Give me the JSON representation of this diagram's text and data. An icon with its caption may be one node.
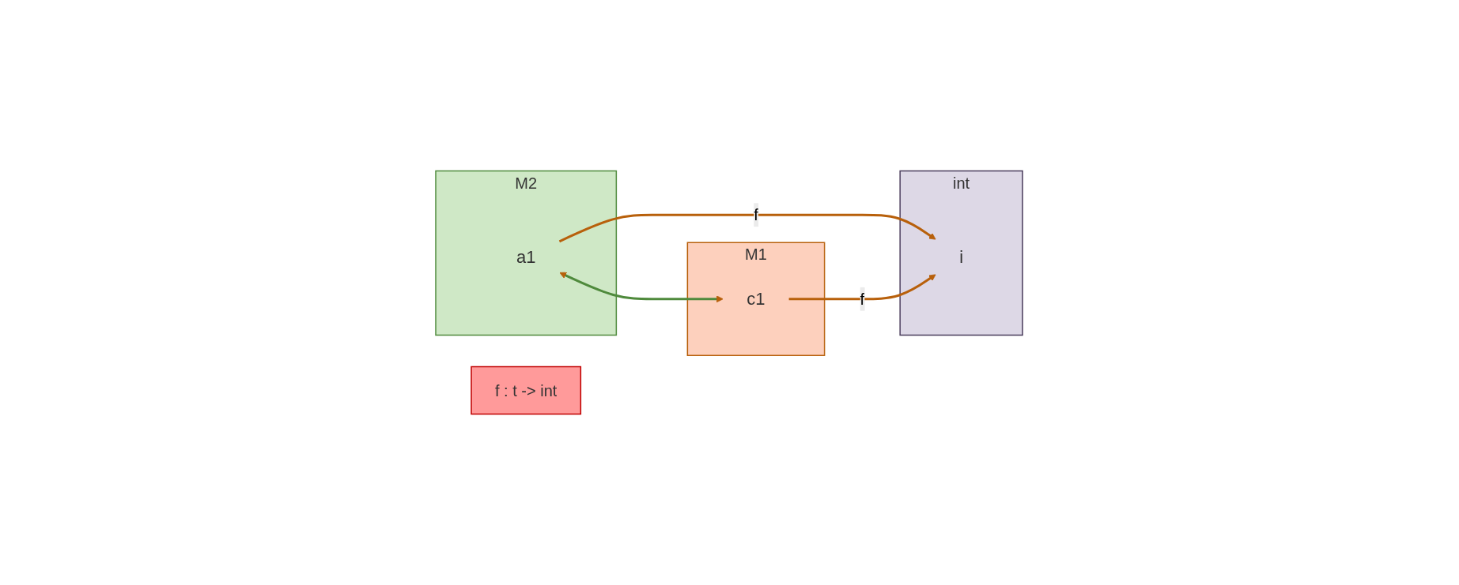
{
  "diagram": {
    "nodes": [
      {
        "text": [
          "M2"
        ]
      },
      {
        "text": [
          "a1"
        ],
        "in": 0
      },
      {
        "text": [
          "int"
        ]
      },
      {
        "text": [
          "i"
        ],
        "in": 2
      },
      {
        "text": [
          "M1"
        ]
      },
      {
        "text": [
          "c1"
        ],
        "in": 4
      },
      {
        "text": [
          "f : t -> int"
        ]
      }
    ],
    "edges": [
      {
        "from": 1,
        "to": 3,
        "arrow": "to",
        "label": "f"
      },
      {
        "from": 5,
        "to": 3,
        "arrow": "to",
        "label": "f"
      },
      {
        "from": 1,
        "to": 5,
        "arrow": "both",
        "color": "#4f8a3c"
      }
    ]
  }
}
